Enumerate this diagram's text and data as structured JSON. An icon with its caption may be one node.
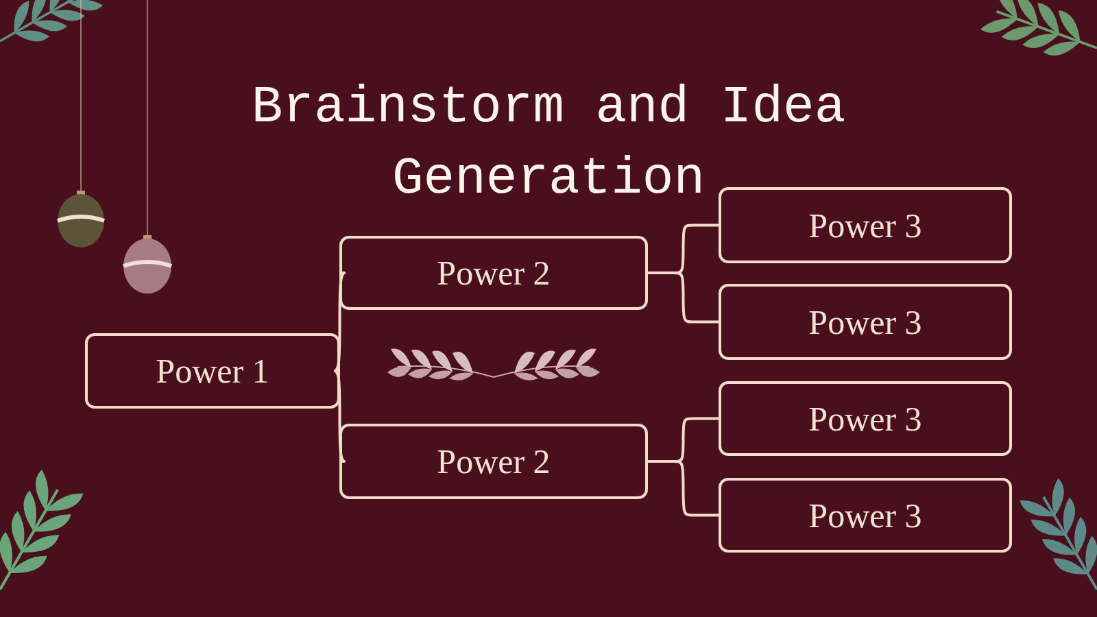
{
  "diagram": {
    "title": "Brainstorm and Idea Generation",
    "nodes": [
      {
        "text": [
          "Power 1"
        ]
      },
      {
        "text": [
          "Power 2"
        ]
      },
      {
        "text": [
          "Power 2"
        ]
      },
      {
        "text": [
          "Power 3"
        ]
      },
      {
        "text": [
          "Power 3"
        ]
      },
      {
        "text": [
          "Power 3"
        ]
      },
      {
        "text": [
          "Power 3"
        ]
      }
    ],
    "edges": [
      {
        "from": 0,
        "to": 1,
        "arrow": "none"
      },
      {
        "from": 0,
        "to": 2,
        "arrow": "none"
      },
      {
        "from": 1,
        "to": 3,
        "arrow": "none"
      },
      {
        "from": 1,
        "to": 4,
        "arrow": "none"
      },
      {
        "from": 2,
        "to": 5,
        "arrow": "none"
      },
      {
        "from": 2,
        "to": 6,
        "arrow": "none"
      }
    ]
  }
}
